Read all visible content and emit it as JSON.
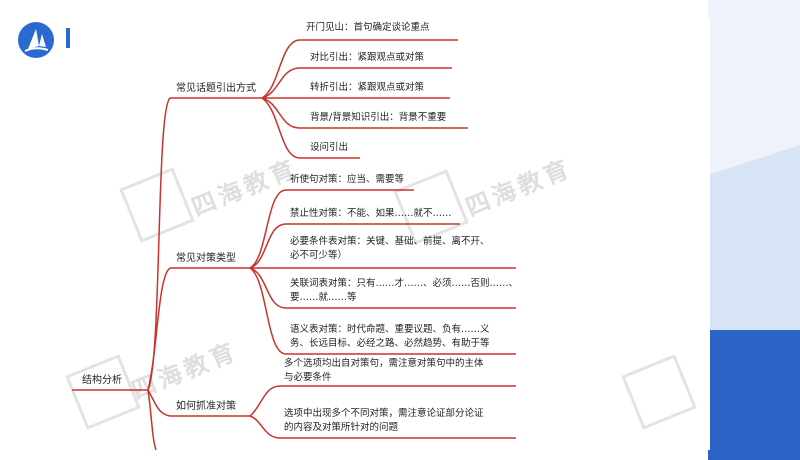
{
  "diagram": {
    "root": "结构分析",
    "branches": [
      {
        "label": "常见话题引出方式",
        "items": [
          "开门见山：首句确定谈论重点",
          "对比引出：紧跟观点或对策",
          "转折引出：紧跟观点或对策",
          "背景/背景知识引出：背景不重要",
          "设问引出"
        ]
      },
      {
        "label": "常见对策类型",
        "items": [
          [
            "祈使句对策：应当、需要等"
          ],
          [
            "禁止性对策：不能、如果……就不……"
          ],
          [
            "必要条件表对策：关键、基础、前提、离不开、",
            "必不可少等）"
          ],
          [
            "关联词表对策：只有……才……、必须……否则……、",
            "要……就……等"
          ],
          [
            "语义表对策：时代命题、重要议题、负有……义",
            "务、长远目标、必经之路、必然趋势、有助于等"
          ]
        ]
      },
      {
        "label": "如何抓准对策",
        "items": [
          [
            "多个选项均出自对策句，需注意对策句中的主体",
            "与必要条件"
          ],
          [
            "选项中出现多个不同对策，需注意论证部分论证",
            "的内容及对策所针对的问题"
          ]
        ]
      }
    ]
  },
  "watermark": "四海教育",
  "colors": {
    "line": "#c8332c",
    "accent": "#2a6ad0"
  }
}
